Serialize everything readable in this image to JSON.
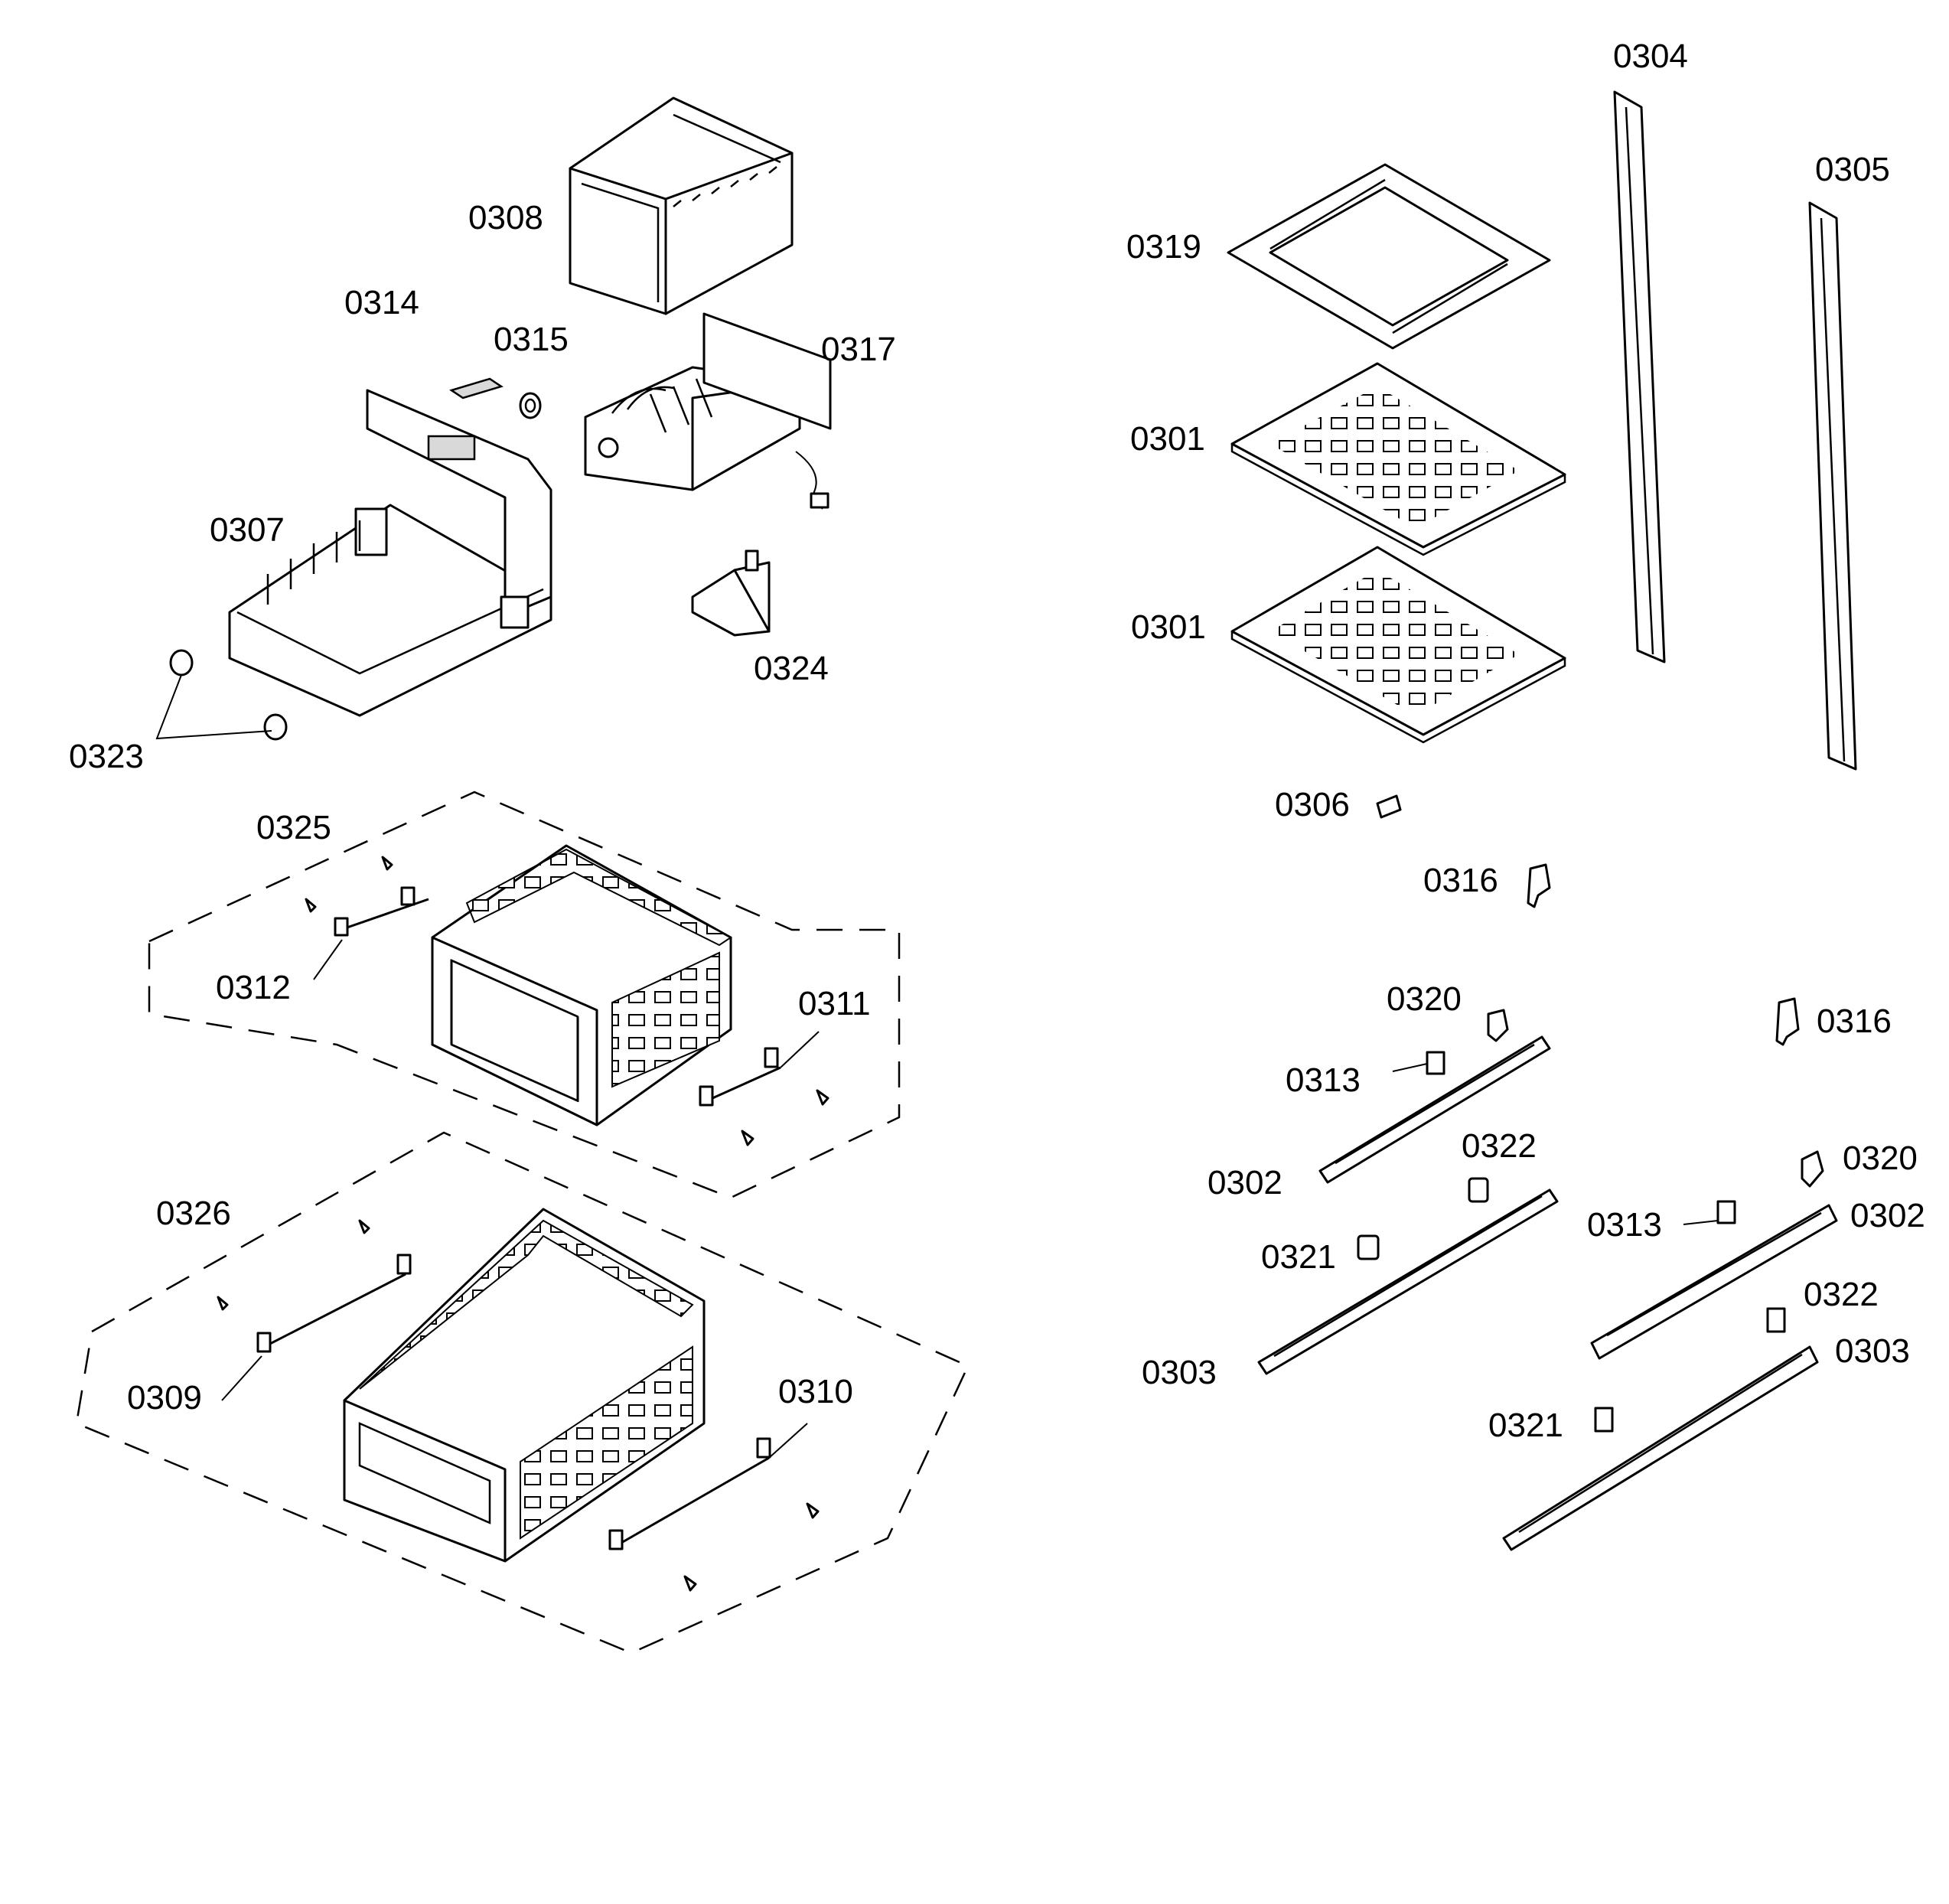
{
  "labels": {
    "p0304": "0304",
    "p0305": "0305",
    "p0308": "0308",
    "p0319": "0319",
    "p0314": "0314",
    "p0315": "0315",
    "p0317": "0317",
    "p0301a": "0301",
    "p0307": "0307",
    "p0301b": "0301",
    "p0324": "0324",
    "p0323": "0323",
    "p0306": "0306",
    "p0325": "0325",
    "p0316a": "0316",
    "p0312": "0312",
    "p0320a": "0320",
    "p0311": "0311",
    "p0316b": "0316",
    "p0313a": "0313",
    "p0322a": "0322",
    "p0302a": "0302",
    "p0320b": "0320",
    "p0326": "0326",
    "p0321a": "0321",
    "p0313b": "0313",
    "p0302b": "0302",
    "p0322b": "0322",
    "p0303a": "0303",
    "p0303b": "0303",
    "p0309": "0309",
    "p0310": "0310",
    "p0321b": "0321"
  }
}
